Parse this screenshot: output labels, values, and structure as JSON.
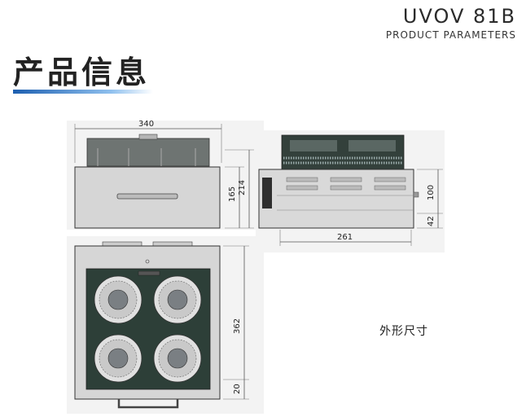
{
  "header": {
    "model": "UVOV 81B",
    "subtitle": "PRODUCT PARAMETERS",
    "title": "产品信息"
  },
  "drawing": {
    "dimensions": {
      "width_340": "340",
      "height_165": "165",
      "height_214": "214",
      "height_100": "100",
      "height_42": "42",
      "depth_261": "261",
      "height_362": "362",
      "offset_20": "20"
    },
    "caption": "外形尺寸"
  },
  "colors": {
    "accent_blue": "#1d5fb0",
    "panel_green": "#2d3f38",
    "body_gray": "#d9d9d9"
  }
}
